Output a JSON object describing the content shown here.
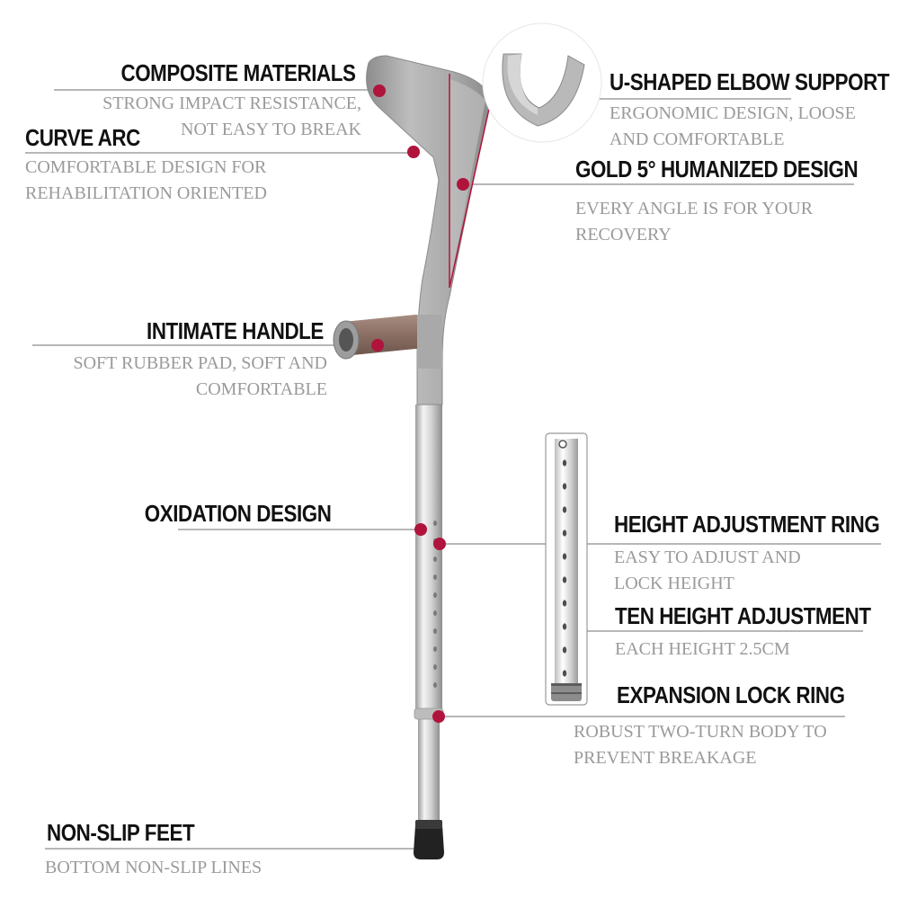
{
  "features": {
    "composite": {
      "title": "COMPOSITE MATERIALS",
      "lines": [
        "STRONG IMPACT RESISTANCE,",
        "NOT EASY TO BREAK"
      ]
    },
    "curve": {
      "title": "CURVE ARC",
      "lines": [
        "COMFORTABLE DESIGN FOR",
        "REHABILITATION ORIENTED"
      ]
    },
    "handle": {
      "title": "INTIMATE HANDLE",
      "lines": [
        "SOFT RUBBER PAD, SOFT AND",
        "COMFORTABLE"
      ]
    },
    "oxidation": {
      "title": "OXIDATION DESIGN"
    },
    "nonslip": {
      "title": "NON-SLIP FEET",
      "lines": [
        "BOTTOM NON-SLIP LINES"
      ]
    },
    "elbow": {
      "title": "U-SHAPED ELBOW SUPPORT",
      "lines": [
        "ERGONOMIC DESIGN, LOOSE",
        "AND COMFORTABLE"
      ]
    },
    "gold": {
      "title": "GOLD 5° HUMANIZED DESIGN",
      "lines": [
        "EVERY ANGLE IS FOR YOUR",
        "RECOVERY"
      ]
    },
    "ring": {
      "title": "HEIGHT ADJUSTMENT RING",
      "lines": [
        "EASY TO ADJUST AND",
        "LOCK HEIGHT"
      ]
    },
    "ten": {
      "title": "TEN HEIGHT ADJUSTMENT",
      "lines": [
        "EACH HEIGHT 2.5CM"
      ]
    },
    "lock": {
      "title": "EXPANSION LOCK RING",
      "lines": [
        "ROBUST TWO-TURN BODY TO",
        "PREVENT BREAKAGE"
      ]
    }
  },
  "colors": {
    "marker": "#b0143c",
    "callout_line": "#8c8c8c",
    "cuff": "#a6a6a6",
    "grip": "#8a6e63",
    "tube": "#d8d8d8",
    "foot": "#222222",
    "angle_line": "#b0143c"
  },
  "icons": {
    "elbow_cuff": "u-shaped-cuff-inset",
    "crutch": "forearm-crutch-illustration",
    "detail": "height-adjustment-tube-inset"
  }
}
